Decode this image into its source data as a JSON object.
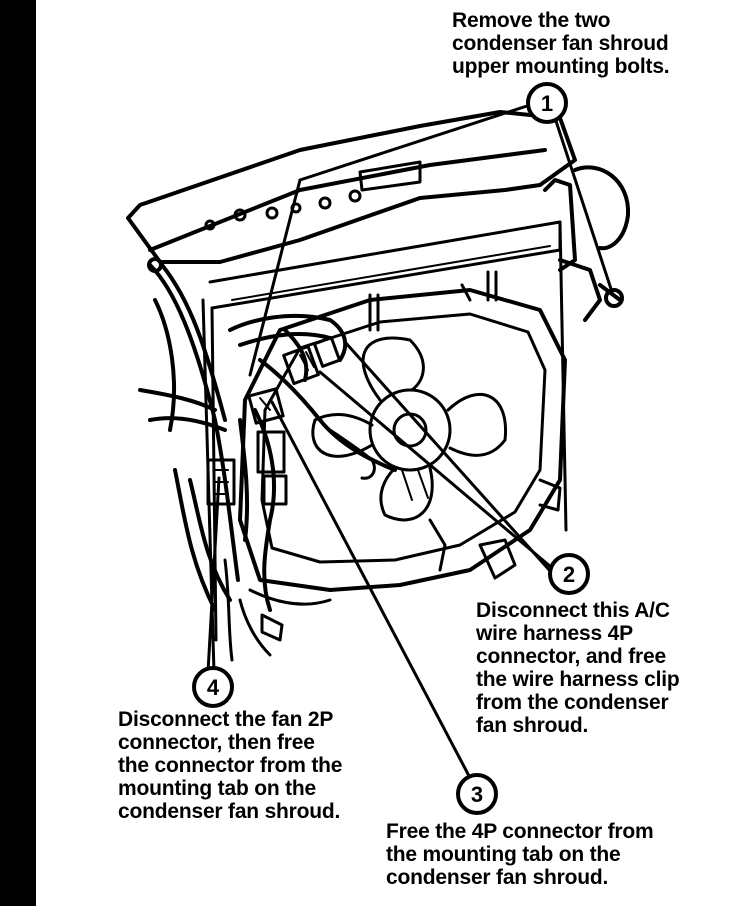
{
  "callouts": [
    {
      "number": "1",
      "text": "Remove the two\ncondenser fan shroud\nupper mounting bolts."
    },
    {
      "number": "2",
      "text": "Disconnect this A/C\nwire harness 4P\nconnector, and free\nthe wire harness clip\nfrom the condenser\nfan shroud."
    },
    {
      "number": "3",
      "text": "Free the 4P connector from\nthe mounting tab on the\ncondenser fan shroud."
    },
    {
      "number": "4",
      "text": "Disconnect the fan 2P\nconnector, then free\nthe connector from the\nmounting tab on the\ncondenser fan shroud."
    }
  ],
  "colors": {
    "ink": "#000000",
    "paper": "#ffffff"
  }
}
